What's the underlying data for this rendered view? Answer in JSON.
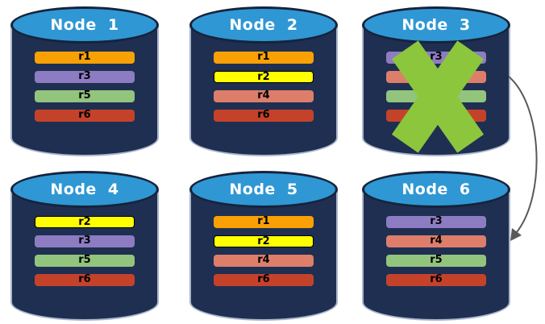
{
  "colors": {
    "cylinder_body": "#1F2F51",
    "cylinder_top": "#2F97D4",
    "cylinder_rim": "#16233C",
    "cylinder_edge_light": "#A9B6CC",
    "cross": "#8CC63C",
    "arrow": "#595959",
    "title_text": "#FFFFFF",
    "bar_text": "#000000"
  },
  "replica_palette": {
    "r1": {
      "fill": "#F9A104",
      "border": null
    },
    "r2": {
      "fill": "#FFFF00",
      "border": "#000000"
    },
    "r3": {
      "fill": "#8E7CC3",
      "border": null
    },
    "r4": {
      "fill": "#DD7E6B",
      "border": null
    },
    "r5": {
      "fill": "#93C47D",
      "border": null
    },
    "r6": {
      "fill": "#C5422A",
      "border": null
    }
  },
  "nodes": [
    {
      "id": "node-1",
      "label": "Node 1",
      "row": 0,
      "col": 0,
      "failed": false,
      "replicas": [
        "r1",
        "r3",
        "r5",
        "r6"
      ]
    },
    {
      "id": "node-2",
      "label": "Node 2",
      "row": 0,
      "col": 1,
      "failed": false,
      "replicas": [
        "r1",
        "r2",
        "r4",
        "r6"
      ]
    },
    {
      "id": "node-3",
      "label": "Node 3",
      "row": 0,
      "col": 2,
      "failed": true,
      "replicas": [
        "r3",
        "r4",
        "r5",
        "r6"
      ]
    },
    {
      "id": "node-4",
      "label": "Node 4",
      "row": 1,
      "col": 0,
      "failed": false,
      "replicas": [
        "r2",
        "r3",
        "r5",
        "r6"
      ]
    },
    {
      "id": "node-5",
      "label": "Node 5",
      "row": 1,
      "col": 1,
      "failed": false,
      "replicas": [
        "r1",
        "r2",
        "r4",
        "r6"
      ]
    },
    {
      "id": "node-6",
      "label": "Node 6",
      "row": 1,
      "col": 2,
      "failed": false,
      "replicas": [
        "r3",
        "r4",
        "r5",
        "r6"
      ]
    }
  ],
  "failure_cross": {
    "node_id": "node-3"
  },
  "replication_arrow": {
    "from_node": "node-3",
    "to_node": "node-6"
  }
}
